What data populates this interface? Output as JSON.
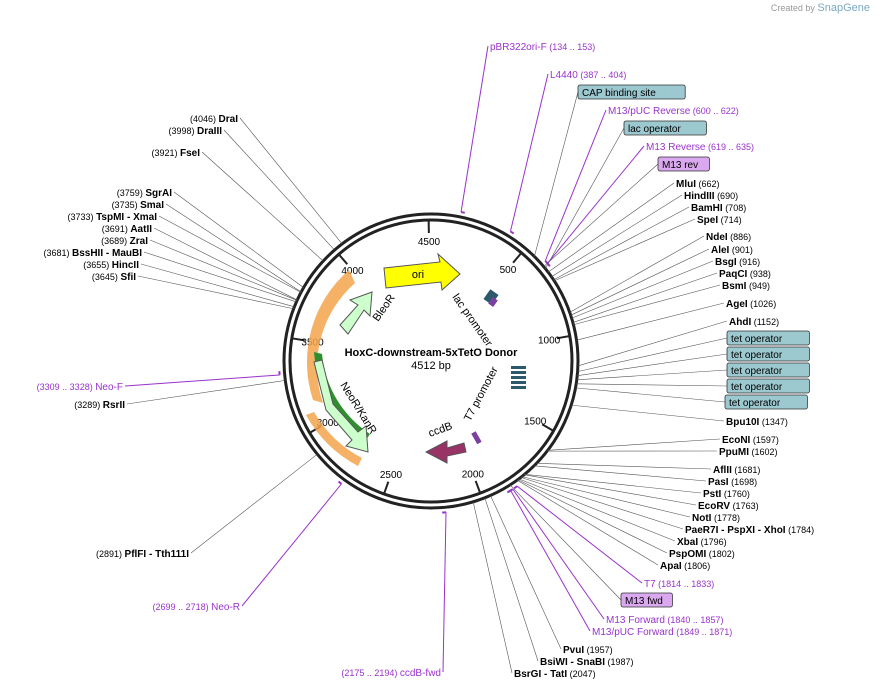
{
  "credit": {
    "prefix": "Created by",
    "brand": "SnapGene"
  },
  "plasmid": {
    "name": "HoxC-downstream-5xTetO Donor",
    "length": "4512 bp"
  },
  "ticks": [
    "500",
    "1000",
    "1500",
    "2000",
    "2500",
    "3000",
    "3500",
    "4000",
    "4500"
  ],
  "features": {
    "ori": "ori",
    "bleo": "BleoR",
    "neo": "NeoR/KanR",
    "ccdb": "ccdB",
    "lac": "lac promoter",
    "t7": "T7 promoter"
  },
  "labels": [
    {
      "id": "drai",
      "name": "DraI",
      "pos": "(4046)",
      "type": "enzyme"
    },
    {
      "id": "draiii",
      "name": "DraIII",
      "pos": "(3998)",
      "type": "enzyme"
    },
    {
      "id": "fsei",
      "name": "FseI",
      "pos": "(3921)",
      "type": "enzyme"
    },
    {
      "id": "sgrai",
      "name": "SgrAI",
      "pos": "(3759)",
      "type": "enzyme"
    },
    {
      "id": "smai",
      "name": "SmaI",
      "pos": "(3735)",
      "type": "enzyme"
    },
    {
      "id": "tspmi",
      "name": "TspMI  - XmaI",
      "pos": "(3733)",
      "type": "enzyme"
    },
    {
      "id": "aatii",
      "name": "AatII",
      "pos": "(3691)",
      "type": "enzyme"
    },
    {
      "id": "zrai",
      "name": "ZraI",
      "pos": "(3689)",
      "type": "enzyme"
    },
    {
      "id": "bsshii",
      "name": "BssHII  - MauBI",
      "pos": "(3681)",
      "type": "enzyme"
    },
    {
      "id": "hincii",
      "name": "HincII",
      "pos": "(3655)",
      "type": "enzyme"
    },
    {
      "id": "sfii",
      "name": "SfiI",
      "pos": "(3645)",
      "type": "enzyme"
    },
    {
      "id": "neof",
      "name": "Neo-F",
      "pos": "(3309 .. 3328)",
      "type": "primer"
    },
    {
      "id": "rsrii",
      "name": "RsrII",
      "pos": "(3289)",
      "type": "enzyme"
    },
    {
      "id": "pflfi",
      "name": "PflFI  - Tth111I",
      "pos": "(2891)",
      "type": "enzyme"
    },
    {
      "id": "neor",
      "name": "Neo-R",
      "pos": "(2699 .. 2718)",
      "type": "primer"
    },
    {
      "id": "ccdbfwd",
      "name": "ccdB-fwd",
      "pos": "(2175 .. 2194)",
      "type": "primer"
    },
    {
      "id": "pbr",
      "name": "pBR322ori-F",
      "pos": "(134 .. 153)",
      "type": "primer"
    },
    {
      "id": "l4440",
      "name": "L4440",
      "pos": "(387 .. 404)",
      "type": "primer"
    },
    {
      "id": "cap",
      "name": "CAP binding site",
      "pos": "",
      "type": "box"
    },
    {
      "id": "m13pucrev",
      "name": "M13/pUC Reverse",
      "pos": "(600 .. 622)",
      "type": "primer"
    },
    {
      "id": "lacop",
      "name": "lac operator",
      "pos": "",
      "type": "box"
    },
    {
      "id": "m13rev",
      "name": "M13 Reverse",
      "pos": "(619 .. 635)",
      "type": "primer"
    },
    {
      "id": "m13revbox",
      "name": "M13 rev",
      "pos": "",
      "type": "pbox"
    },
    {
      "id": "mlui",
      "name": "MluI",
      "pos": "(662)",
      "type": "enzyme"
    },
    {
      "id": "hindiii",
      "name": "HindIII",
      "pos": "(690)",
      "type": "enzyme"
    },
    {
      "id": "bamhi",
      "name": "BamHI",
      "pos": "(708)",
      "type": "enzyme"
    },
    {
      "id": "spei",
      "name": "SpeI",
      "pos": "(714)",
      "type": "enzyme"
    },
    {
      "id": "ndei",
      "name": "NdeI",
      "pos": "(886)",
      "type": "enzyme"
    },
    {
      "id": "alei",
      "name": "AleI",
      "pos": "(901)",
      "type": "enzyme"
    },
    {
      "id": "bsgi",
      "name": "BsgI",
      "pos": "(916)",
      "type": "enzyme"
    },
    {
      "id": "paqci",
      "name": "PaqCI",
      "pos": "(938)",
      "type": "enzyme"
    },
    {
      "id": "bsmi",
      "name": "BsmI",
      "pos": "(949)",
      "type": "enzyme"
    },
    {
      "id": "agei",
      "name": "AgeI",
      "pos": "(1026)",
      "type": "enzyme"
    },
    {
      "id": "ahdi",
      "name": "AhdI",
      "pos": "(1152)",
      "type": "enzyme"
    },
    {
      "id": "tet1",
      "name": "tet operator",
      "pos": "",
      "type": "box"
    },
    {
      "id": "tet2",
      "name": "tet operator",
      "pos": "",
      "type": "box"
    },
    {
      "id": "tet3",
      "name": "tet operator",
      "pos": "",
      "type": "box"
    },
    {
      "id": "tet4",
      "name": "tet operator",
      "pos": "",
      "type": "box"
    },
    {
      "id": "tet5",
      "name": "tet operator",
      "pos": "",
      "type": "box"
    },
    {
      "id": "bpu10i",
      "name": "Bpu10I",
      "pos": "(1347)",
      "type": "enzyme"
    },
    {
      "id": "econi",
      "name": "EcoNI",
      "pos": "(1597)",
      "type": "enzyme"
    },
    {
      "id": "ppumi",
      "name": "PpuMI",
      "pos": "(1602)",
      "type": "enzyme"
    },
    {
      "id": "aflii",
      "name": "AflII",
      "pos": "(1681)",
      "type": "enzyme"
    },
    {
      "id": "pasi",
      "name": "PasI",
      "pos": "(1698)",
      "type": "enzyme"
    },
    {
      "id": "psti",
      "name": "PstI",
      "pos": "(1760)",
      "type": "enzyme"
    },
    {
      "id": "ecorv",
      "name": "EcoRV",
      "pos": "(1763)",
      "type": "enzyme"
    },
    {
      "id": "noti",
      "name": "NotI",
      "pos": "(1778)",
      "type": "enzyme"
    },
    {
      "id": "paer7i",
      "name": "PaeR7I  - PspXI  - XhoI",
      "pos": "(1784)",
      "type": "enzyme"
    },
    {
      "id": "xbai",
      "name": "XbaI",
      "pos": "(1796)",
      "type": "enzyme"
    },
    {
      "id": "pspomi",
      "name": "PspOMI",
      "pos": "(1802)",
      "type": "enzyme"
    },
    {
      "id": "apai",
      "name": "ApaI",
      "pos": "(1806)",
      "type": "enzyme"
    },
    {
      "id": "t7",
      "name": "T7",
      "pos": "(1814 .. 1833)",
      "type": "primer"
    },
    {
      "id": "m13fwdbox",
      "name": "M13 fwd",
      "pos": "",
      "type": "pbox"
    },
    {
      "id": "m13fwd",
      "name": "M13 Forward",
      "pos": "(1840 .. 1857)",
      "type": "primer"
    },
    {
      "id": "m13pucfwd",
      "name": "M13/pUC Forward",
      "pos": "(1849 .. 1871)",
      "type": "primer"
    },
    {
      "id": "pvui",
      "name": "PvuI",
      "pos": "(1957)",
      "type": "enzyme"
    },
    {
      "id": "bsiwi",
      "name": "BsiWI  - SnaBI",
      "pos": "(1987)",
      "type": "enzyme"
    },
    {
      "id": "bsrgi",
      "name": "BsrGI  - TatI",
      "pos": "(2047)",
      "type": "enzyme"
    }
  ],
  "colors": {
    "primer": "#9933cc",
    "enzyme": "#000000",
    "box_fill": "#9cc8d0",
    "pbox_fill": "#d9a8ee",
    "ori": "#ffff00",
    "bleo": "#ccffcc",
    "neo": "#ccffcc",
    "ccdb": "#993366",
    "backbone": "#222222"
  }
}
